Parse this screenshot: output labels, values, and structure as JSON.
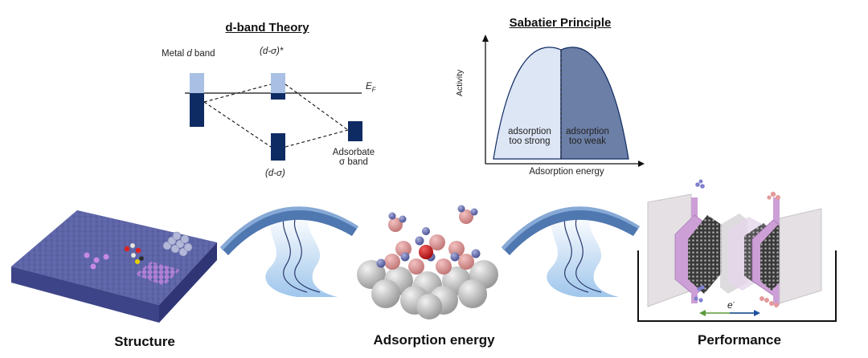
{
  "dband": {
    "title": "d-band Theory",
    "metal_pre": "Metal ",
    "metal_it": "d",
    "metal_post": " band",
    "antibonding": "(d-σ)*",
    "bonding": "(d-σ)",
    "fermi_main": "E",
    "fermi_sub": "F",
    "adsorbate_line1": "Adsorbate",
    "adsorbate_line2": "σ band"
  },
  "sabatier": {
    "title": "Sabatier Principle",
    "ylabel": "Activity",
    "xlabel": "Adsorption energy",
    "left_region": [
      "adsorption",
      "too strong"
    ],
    "right_region": [
      "adsorption",
      "too weak"
    ]
  },
  "bottom": {
    "structure": "Structure",
    "adsorption": "Adsorption energy",
    "performance": "Performance",
    "electron": "e",
    "electron_sup": "-"
  },
  "colors": {
    "navy": "#0f2b63",
    "light_blue": "#a9c0e4",
    "sab_left": "#dde6f5",
    "sab_right": "#6c7fa6",
    "arch": "#4f77b0",
    "slab": "#575fa0",
    "membrane": "#cc9fd6"
  },
  "icons": {
    "structure": "catalyst-surface-slab-icon",
    "bridge1": "river-bridge-icon",
    "adsorption": "adsorbate-on-nanoparticle-icon",
    "bridge2": "river-bridge-icon",
    "performance": "electrochemical-cell-icon"
  }
}
